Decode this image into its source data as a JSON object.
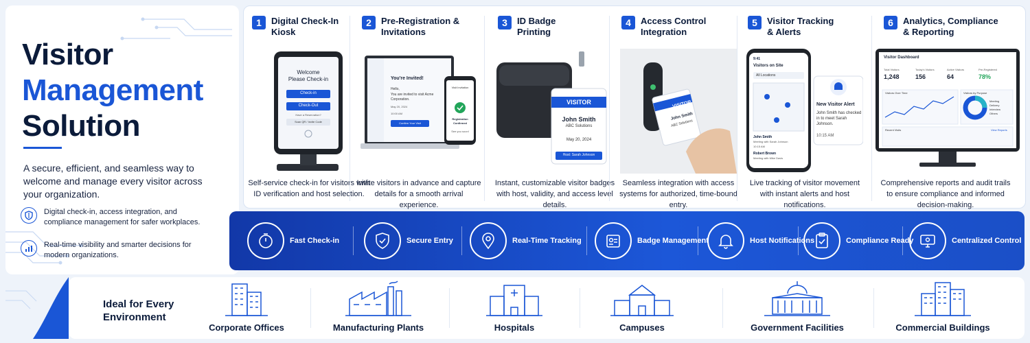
{
  "hero": {
    "title_line1": "Visitor",
    "title_line2": "Management",
    "title_line3": "Solution",
    "description": "A secure, efficient, and seamless way to welcome and manage every visitor across your organization.",
    "bullets": [
      {
        "icon": "shield-icon",
        "text": "Digital check-in, access integration, and compliance management for safer workplaces."
      },
      {
        "icon": "analytics-icon",
        "text": "Real-time visibility and smarter decisions for modern organizations."
      }
    ]
  },
  "steps": [
    {
      "number": "1",
      "title": "Digital Check-In Kiosk",
      "description": "Self-service check-in for visitors with ID verification and host selection.",
      "kiosk": {
        "welcome": "Welcome",
        "please": "Please Check-in",
        "checkin": "Check-in",
        "checkout": "Check-Out",
        "reservation": "Have a Reservation?",
        "scan": "Scan QR / Invite Code"
      }
    },
    {
      "number": "2",
      "title": "Pre-Registration & Invitations",
      "description": "Invite visitors in advance and capture details for a smooth arrival experience.",
      "laptop": {
        "invited": "You're Invited!",
        "hello": "Hello,",
        "body": "You are invited to visit Acme Corporation.",
        "date": "May 20, 2024",
        "time": "10:00 AM",
        "confirm": "Confirm Your Visit"
      },
      "phone": {
        "header": "Visit Invitation",
        "status": "Registration Confirmed",
        "footer": "See you soon!"
      }
    },
    {
      "number": "3",
      "title": "ID Badge Printing",
      "description": "Instant, customizable visitor badges with host, validity, and access level details.",
      "badge": {
        "label": "VISITOR",
        "name": "John Smith",
        "company": "ABC Solutions",
        "date": "May 20, 2024",
        "host": "Host: Sarah Johnson"
      }
    },
    {
      "number": "4",
      "title": "Access Control Integration",
      "description": "Seamless integration with access systems for authorized, time-bound entry.",
      "card": {
        "label": "VISITOR",
        "name": "John Smith",
        "company": "ABC Solutions"
      }
    },
    {
      "number": "5",
      "title": "Visitor Tracking & Alerts",
      "description": "Live tracking of visitor movement with instant alerts and host notifications.",
      "phone": {
        "time": "9:41",
        "header": "Visitors on Site",
        "filter": "All Locations",
        "v1_name": "John Smith",
        "v1_detail": "Meeting with Sarah Johnson",
        "v1_time": "10:15 AM",
        "v2_name": "Robert Brown",
        "v2_detail": "Meeting with Mike Davis"
      },
      "alert": {
        "title": "New Visitor Alert",
        "body": "John Smith has checked in to meet Sarah Johnson.",
        "time": "10:15 AM"
      }
    },
    {
      "number": "6",
      "title": "Analytics, Compliance & Reporting",
      "description": "Comprehensive reports and audit trails to ensure compliance and informed decision-making.",
      "dashboard": {
        "title": "Visitor Dashboard",
        "kpis": [
          {
            "label": "Total Visitors",
            "value": "1,248"
          },
          {
            "label": "Today's Visitors",
            "value": "156"
          },
          {
            "label": "Active Visitors",
            "value": "64"
          },
          {
            "label": "Pre-Registered",
            "value": "78%"
          }
        ],
        "chart1": "Visitors Over Time",
        "chart2": "Visitors by Purpose",
        "legend": [
          "Meeting",
          "Delivery",
          "Interview",
          "Others"
        ],
        "table": "Recent Visits",
        "view_all": "View Reports"
      }
    }
  ],
  "features": [
    {
      "icon": "stopwatch-icon",
      "label": "Fast Check-in"
    },
    {
      "icon": "shield-check-icon",
      "label": "Secure Entry"
    },
    {
      "icon": "location-pin-icon",
      "label": "Real-Time Tracking"
    },
    {
      "icon": "id-badge-icon",
      "label": "Badge Management"
    },
    {
      "icon": "bell-icon",
      "label": "Host Notifications"
    },
    {
      "icon": "clipboard-check-icon",
      "label": "Compliance Ready"
    },
    {
      "icon": "monitor-icon",
      "label": "Centralized Control"
    }
  ],
  "environments": {
    "title": "Ideal for Every Environment",
    "items": [
      {
        "icon": "office-building-icon",
        "label": "Corporate Offices"
      },
      {
        "icon": "factory-icon",
        "label": "Manufacturing Plants"
      },
      {
        "icon": "hospital-icon",
        "label": "Hospitals"
      },
      {
        "icon": "campus-icon",
        "label": "Campuses"
      },
      {
        "icon": "government-building-icon",
        "label": "Government Facilities"
      },
      {
        "icon": "commercial-building-icon",
        "label": "Commercial Buildings"
      }
    ]
  },
  "colors": {
    "accent": "#1a56d6",
    "dark": "#0b1b3a",
    "band_start": "#1238a8",
    "band_end": "#1c57d8",
    "success": "#22a55a"
  }
}
